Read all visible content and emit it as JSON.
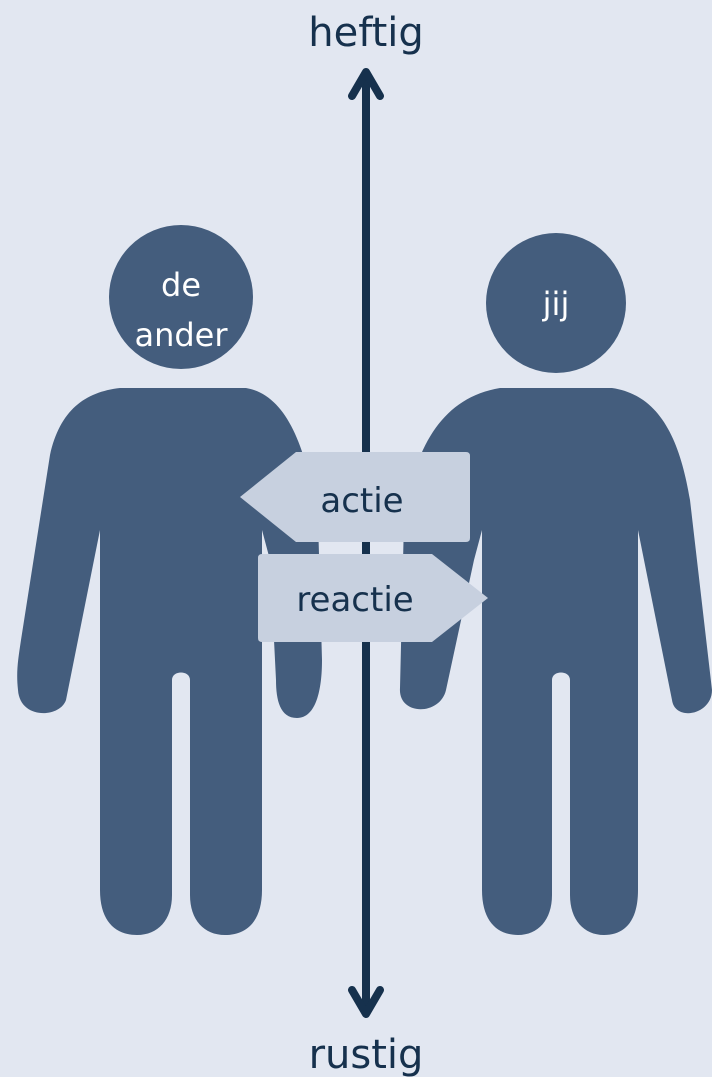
{
  "axis": {
    "top_label": "heftig",
    "bottom_label": "rustig"
  },
  "persons": {
    "left_label_line1": "de",
    "left_label_line2": "ander",
    "right_label": "jij"
  },
  "arrows": {
    "action_label": "actie",
    "reaction_label": "reactie"
  },
  "colors": {
    "background": "#e2e7f1",
    "figure": "#445d7d",
    "axis": "#16314d",
    "text": "#16314d",
    "arrow_box": "#c7d0df"
  }
}
